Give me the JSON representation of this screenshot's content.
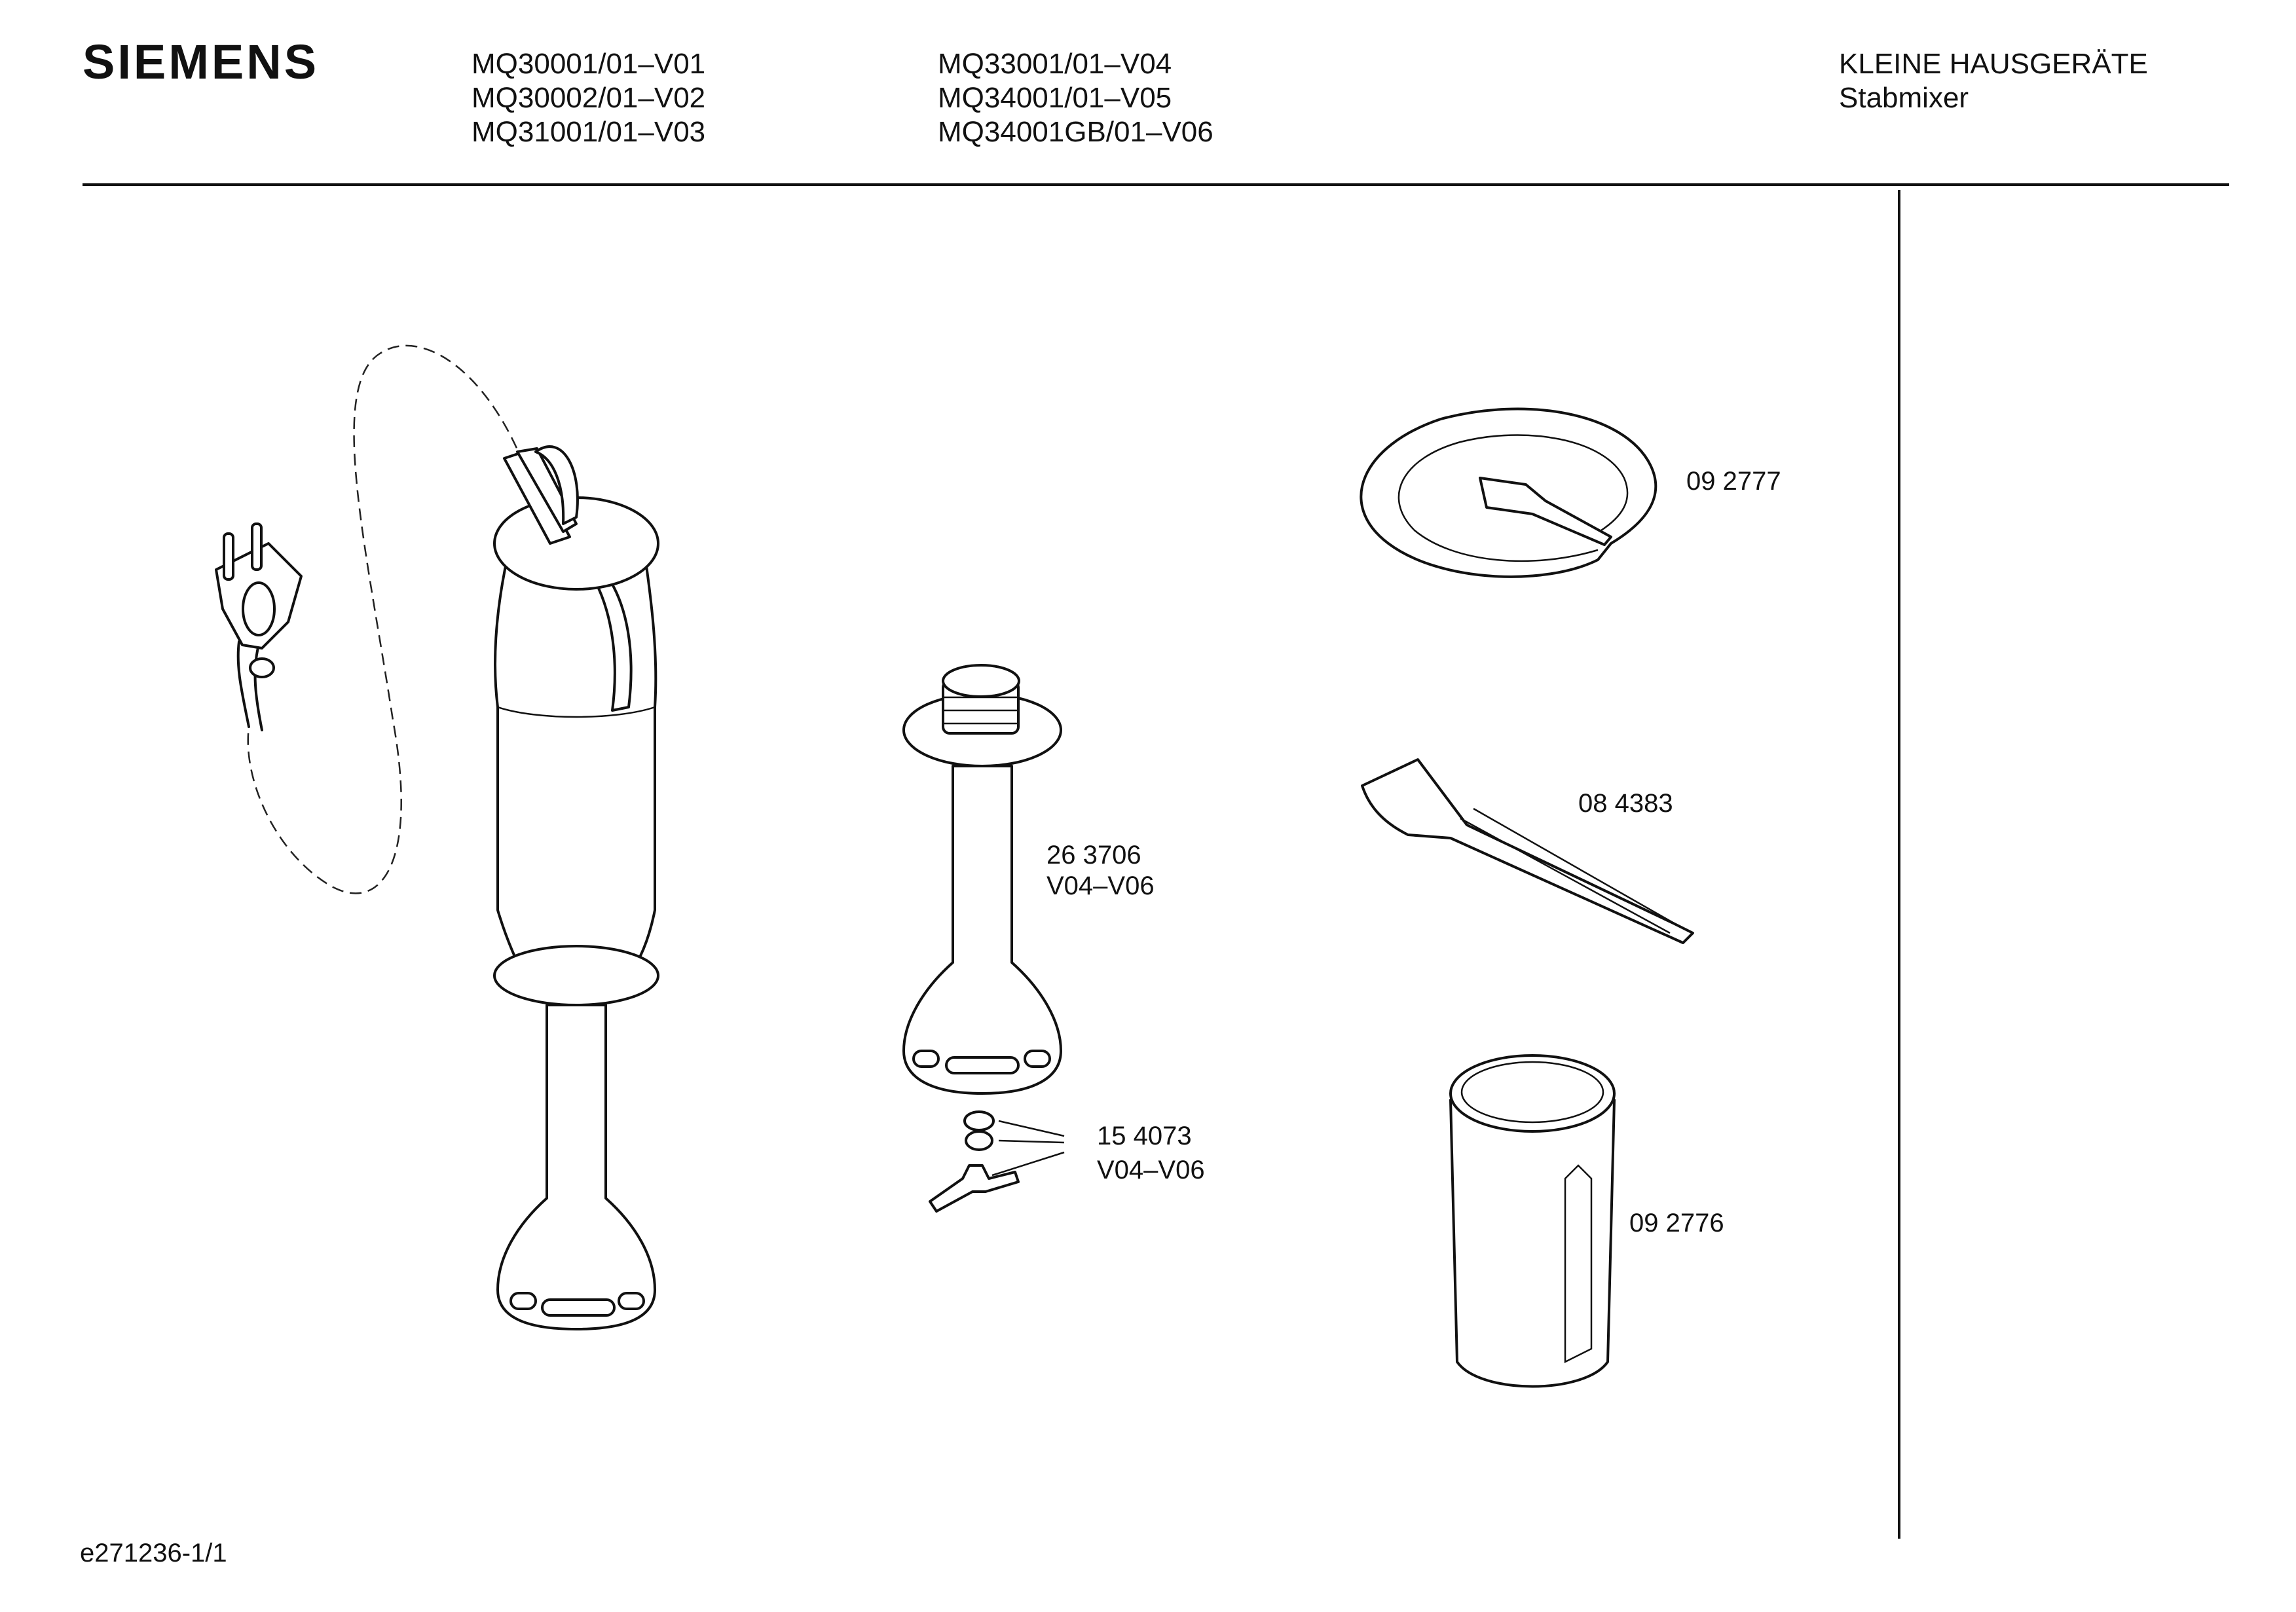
{
  "header": {
    "brand": "SIEMENS",
    "models_col1": [
      "MQ30001/01–V01",
      "MQ30002/01–V02",
      "MQ31001/01–V03"
    ],
    "models_col2": [
      "MQ33001/01–V04",
      "MQ34001/01–V05",
      "MQ34001GB/01–V06"
    ],
    "category": "KLEINE HAUSGERÄTE",
    "subcategory": "Stabmixer"
  },
  "parts": {
    "lid": {
      "number": "09 2777"
    },
    "spatula": {
      "number": "08 4383"
    },
    "shaft": {
      "number": "26 3706",
      "variants": "V04–V06"
    },
    "blade": {
      "number": "15 4073",
      "variants": "V04–V06"
    },
    "beaker": {
      "number": "09 2776"
    }
  },
  "footer": {
    "doc_id": "e271236-1/1"
  }
}
